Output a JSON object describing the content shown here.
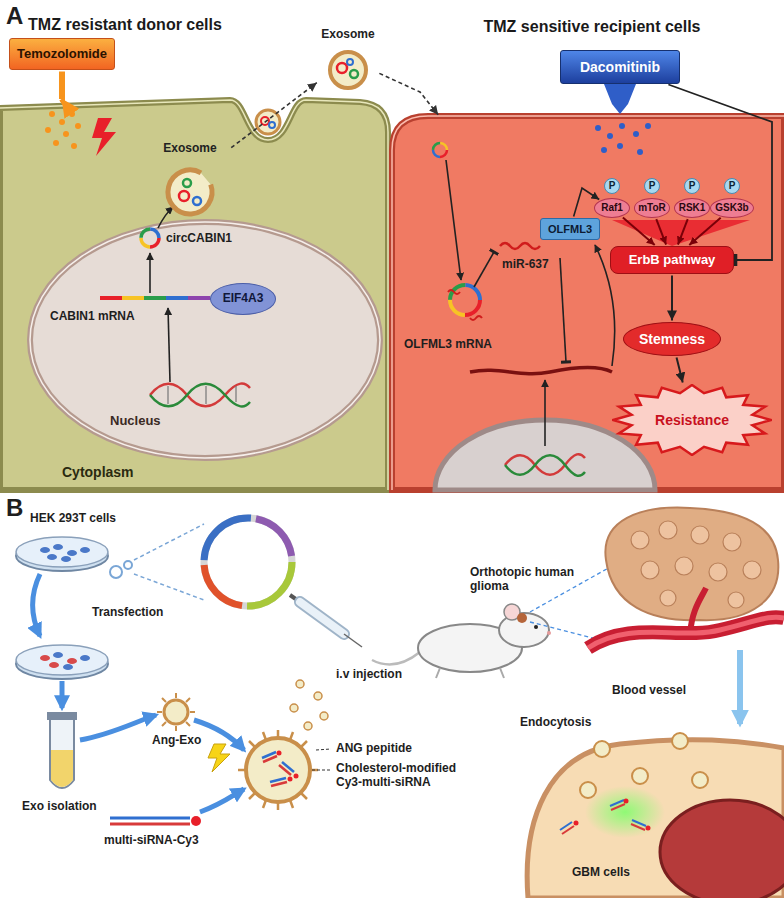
{
  "diagram": {
    "nodes": [
      {
        "text": [
          "TMZ resistant donor cells",
          "Cytoplasm"
        ]
      },
      {
        "text": [
          "Temozolomide"
        ]
      },
      {
        "text": [
          "Exosome"
        ],
        "in": 0
      },
      {
        "text": [
          "Nucleus"
        ],
        "in": 0
      },
      {
        "text": [
          "EIF4A3"
        ],
        "in": 3
      },
      {
        "text": [
          "Exosome"
        ]
      },
      {
        "text": [
          "TMZ sensitive recipient cells"
        ]
      },
      {
        "text": [
          "Dacomitinib"
        ]
      },
      {
        "text": [
          "OLFML3"
        ],
        "in": 6
      },
      {
        "text": [
          "P"
        ],
        "in": 6
      },
      {
        "text": [
          "P"
        ],
        "in": 6
      },
      {
        "text": [
          "P"
        ],
        "in": 6
      },
      {
        "text": [
          "P"
        ],
        "in": 6
      },
      {
        "text": [
          "Raf1"
        ],
        "in": 6
      },
      {
        "text": [
          "mToR"
        ],
        "in": 6
      },
      {
        "text": [
          "RSK1"
        ],
        "in": 6
      },
      {
        "text": [
          "GSK3b"
        ],
        "in": 6
      },
      {
        "text": [
          "ErbB pathway"
        ],
        "in": 6
      },
      {
        "text": [
          "Stemness"
        ],
        "in": 6
      },
      {
        "text": [
          "Resistance"
        ],
        "in": 6
      }
    ],
    "edges": [
      {
        "from": 1,
        "to": 0,
        "arrow": "to"
      },
      {
        "from": 2,
        "to": 5,
        "arrow": "to"
      },
      {
        "from": 5,
        "to": 6,
        "arrow": "to"
      },
      {
        "from": 7,
        "to": 17,
        "arrow": "to"
      },
      {
        "from": 8,
        "to": 13,
        "arrow": "to"
      },
      {
        "from": 13,
        "to": 17,
        "arrow": "to"
      },
      {
        "from": 14,
        "to": 17,
        "arrow": "to"
      },
      {
        "from": 15,
        "to": 17,
        "arrow": "to"
      },
      {
        "from": 16,
        "to": 17,
        "arrow": "to"
      },
      {
        "from": 17,
        "to": 18,
        "arrow": "to"
      },
      {
        "from": 18,
        "to": 19,
        "arrow": "to"
      }
    ],
    "labels": [
      "A",
      "circCABIN1",
      "CABIN1 mRNA",
      "miR-637",
      "OLFML3 mRNA",
      "B",
      "HEK 293T cells",
      "Transfection",
      "Exo isolation",
      "Ang-Exo",
      "multi-siRNA-Cy3",
      "ANG pepitide",
      "Cholesterol-modified Cy3-multi-siRNA",
      "Orthotopic human glioma",
      "i.v injection",
      "Blood vessel",
      "Endocytosis",
      "GBM cells"
    ]
  }
}
